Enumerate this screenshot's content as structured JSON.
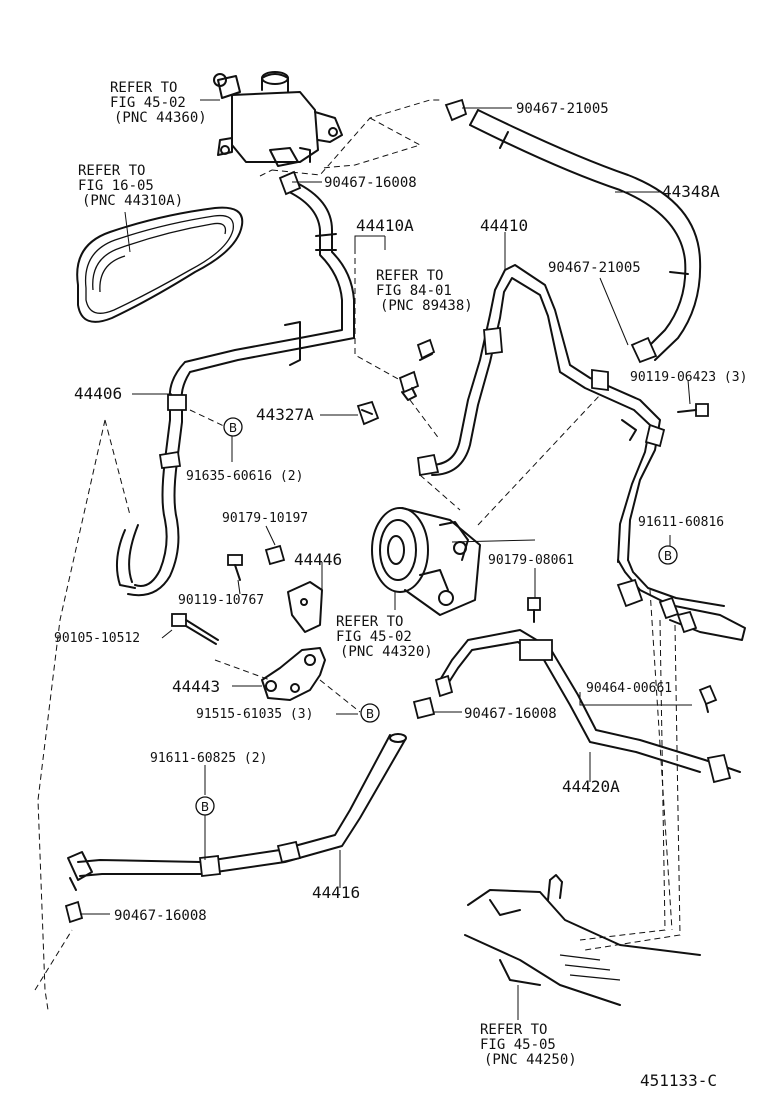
{
  "refs": {
    "reservoir": [
      "REFER TO",
      "FIG 45-02",
      "(PNC 44360)"
    ],
    "belt": [
      "REFER TO",
      "FIG 16-05",
      "(PNC 44310A)"
    ],
    "switch": [
      "REFER TO",
      "FIG 84-01",
      "(PNC 89438)"
    ],
    "pump": [
      "REFER TO",
      "FIG 45-02",
      "(PNC 44320)"
    ],
    "gear": [
      "REFER TO",
      "FIG 45-05",
      "(PNC 44250)"
    ]
  },
  "parts": {
    "p90467_21005_top": "90467-21005",
    "p44348A": "44348A",
    "p90467_16008_top": "90467-16008",
    "p44410A": "44410A",
    "p44410": "44410",
    "p90467_21005_mid": "90467-21005",
    "p90119_06423": "90119-06423 (3)",
    "p44406": "44406",
    "p44327A": "44327A",
    "p91635_60616": "91635-60616 (2)",
    "p90179_10197": "90179-10197",
    "p44446": "44446",
    "p90119_10767": "90119-10767",
    "p90179_08061": "90179-08061",
    "p91611_60816": "91611-60816",
    "p90105_10512": "90105-10512",
    "p44443": "44443",
    "p91515_61035": "91515-61035 (3)",
    "p90467_16008_mid": "90467-16008",
    "p90464_00661": "90464-00661",
    "p44420A": "44420A",
    "p91611_60825": "91611-60825 (2)",
    "p44416": "44416",
    "p90467_16008_bot": "90467-16008"
  },
  "callout": "B",
  "diagram_id": "451133-C"
}
